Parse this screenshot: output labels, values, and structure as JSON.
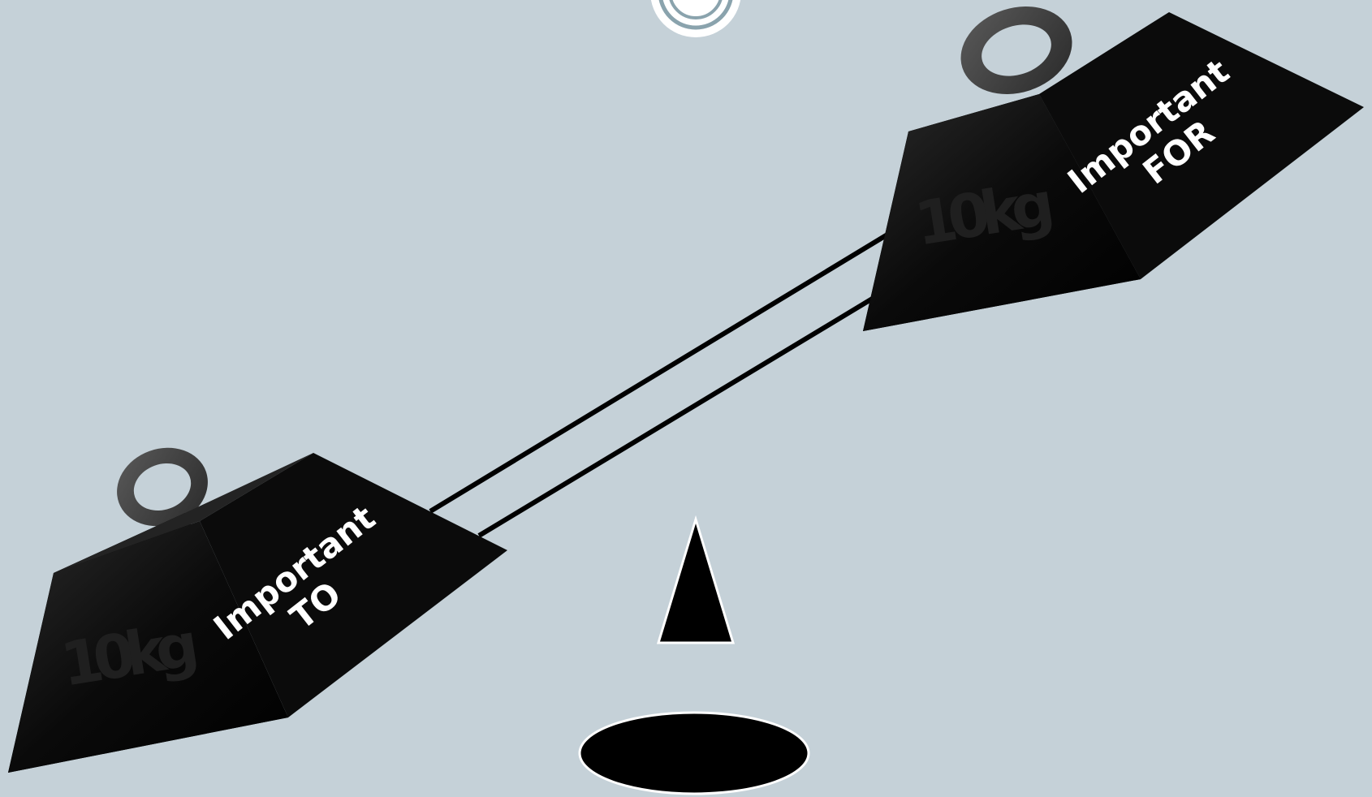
{
  "colors": {
    "background": "#c5d1d8",
    "weight_fill": "#050505",
    "ring_fill": "#3d3d3d",
    "label_text": "#ffffff",
    "stamp_text": "#1f1f1f"
  },
  "left_weight": {
    "mass": "10kg",
    "line1": "Important",
    "line2": "TO"
  },
  "right_weight": {
    "mass": "10kg",
    "line1": "Important",
    "line2": "FOR"
  }
}
